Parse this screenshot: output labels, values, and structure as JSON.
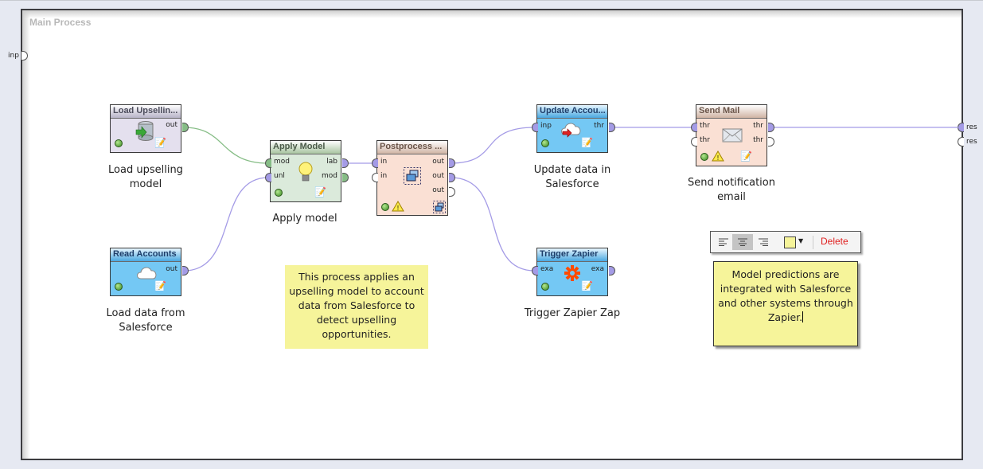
{
  "process": {
    "title": "Main Process",
    "input_ports": [
      "inp"
    ],
    "output_ports": [
      "res",
      "res"
    ]
  },
  "operators": [
    {
      "id": "load_upselling",
      "title": "Load Upsellin...",
      "caption": [
        "Load upselling",
        "model"
      ],
      "color": "purple",
      "inputs": [],
      "outputs": [
        "out"
      ],
      "status": "ok",
      "has_note": true,
      "has_warning": false
    },
    {
      "id": "apply_model",
      "title": "Apply Model",
      "caption": [
        "Apply model"
      ],
      "color": "green",
      "inputs": [
        "mod",
        "unl"
      ],
      "outputs": [
        "lab",
        "mod"
      ],
      "status": "ok",
      "has_note": true,
      "has_warning": false
    },
    {
      "id": "postprocess",
      "title": "Postprocess ...",
      "caption": [],
      "color": "peach",
      "inputs": [
        "in",
        "in"
      ],
      "outputs": [
        "out",
        "out",
        "out"
      ],
      "status": "ok",
      "has_note": false,
      "has_warning": true
    },
    {
      "id": "update_accounts",
      "title": "Update Accou...",
      "caption": [
        "Update data in",
        "Salesforce"
      ],
      "color": "blue",
      "inputs": [
        "inp"
      ],
      "outputs": [
        "thr"
      ],
      "status": "ok",
      "has_note": true,
      "has_warning": false
    },
    {
      "id": "send_mail",
      "title": "Send Mail",
      "caption": [
        "Send notification",
        "email"
      ],
      "color": "peach",
      "inputs": [
        "thr",
        "thr"
      ],
      "outputs": [
        "thr",
        "thr"
      ],
      "status": "ok",
      "has_note": true,
      "has_warning": true
    },
    {
      "id": "read_accounts",
      "title": "Read Accounts",
      "caption": [
        "Load data from",
        "Salesforce"
      ],
      "color": "blue",
      "inputs": [],
      "outputs": [
        "out"
      ],
      "status": "ok",
      "has_note": true,
      "has_warning": false
    },
    {
      "id": "trigger_zapier",
      "title": "Trigger Zapier",
      "caption": [
        "Trigger Zapier Zap"
      ],
      "color": "blue",
      "inputs": [
        "exa"
      ],
      "outputs": [
        "exa"
      ],
      "status": "ok",
      "has_note": true,
      "has_warning": false
    }
  ],
  "connections": [
    {
      "from": "load_upselling.out",
      "to": "apply_model.mod",
      "type": "model"
    },
    {
      "from": "read_accounts.out",
      "to": "apply_model.unl",
      "type": "data"
    },
    {
      "from": "apply_model.lab",
      "to": "postprocess.in",
      "type": "data"
    },
    {
      "from": "postprocess.out",
      "to": "update_accounts.inp",
      "type": "data"
    },
    {
      "from": "postprocess.out",
      "to": "trigger_zapier.exa",
      "type": "data"
    },
    {
      "from": "update_accounts.thr",
      "to": "send_mail.thr",
      "type": "data"
    },
    {
      "from": "send_mail.thr",
      "to": "process.res",
      "type": "data"
    }
  ],
  "notes": [
    {
      "id": "note1",
      "lines": [
        "This process applies an",
        "upselling model to account",
        "data from Salesforce to",
        "detect upselling",
        "opportunities."
      ]
    },
    {
      "id": "note2",
      "lines": [
        "Model predictions are",
        "integrated with Salesforce",
        "and other systems through",
        "Zapier."
      ],
      "editing": true
    }
  ],
  "note_toolbar": {
    "align_options": [
      "align-left",
      "align-center",
      "align-right"
    ],
    "selected_align": "align-center",
    "color": "#f6f49a",
    "delete_label": "Delete"
  },
  "colors": {
    "model_wire": "#86bd86",
    "data_wire": "#a49be6",
    "note_yellow": "#f6f49a",
    "delete_red": "#e02020"
  }
}
